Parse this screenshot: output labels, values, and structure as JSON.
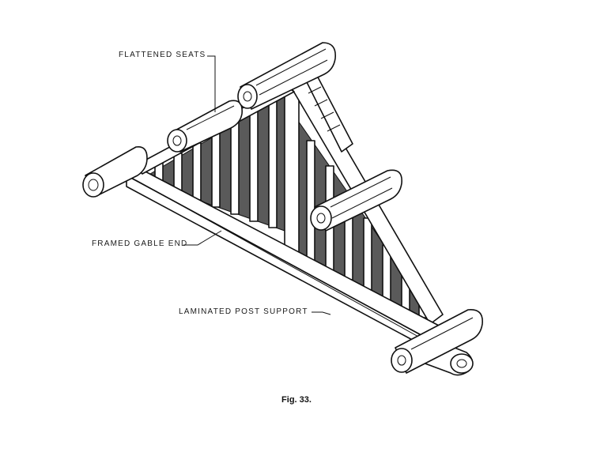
{
  "labels": {
    "flattened_seats": "FLATTENED SEATS",
    "framed_gable_end": "FRAMED GABLE END",
    "laminated_post_support": "LAMINATED POST SUPPORT"
  },
  "caption": "Fig. 33."
}
